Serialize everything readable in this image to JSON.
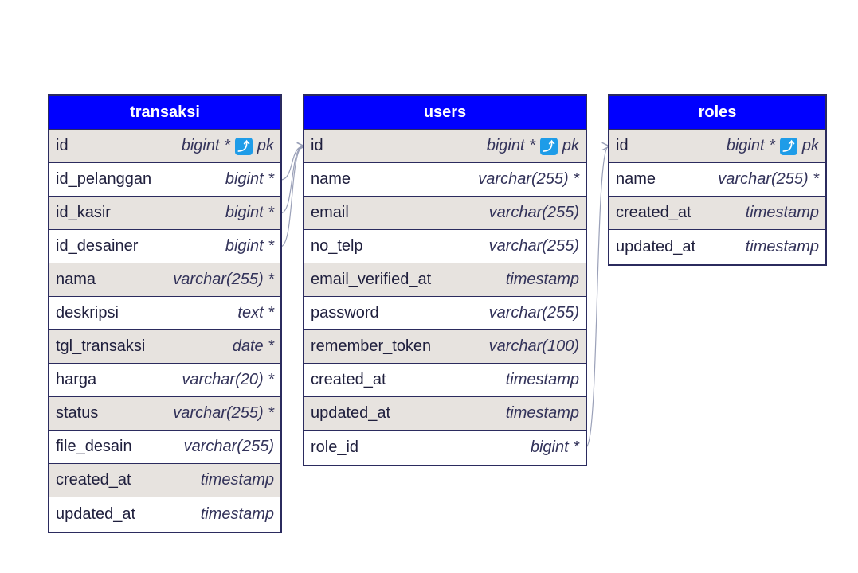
{
  "tables": [
    {
      "key": "transaksi",
      "title": "transaksi",
      "columns": [
        {
          "name": "id",
          "type": "bigint *",
          "pk": "pk"
        },
        {
          "name": "id_pelanggan",
          "type": "bigint *"
        },
        {
          "name": "id_kasir",
          "type": "bigint *"
        },
        {
          "name": "id_desainer",
          "type": "bigint *"
        },
        {
          "name": "nama",
          "type": "varchar(255) *"
        },
        {
          "name": "deskripsi",
          "type": "text *"
        },
        {
          "name": "tgl_transaksi",
          "type": "date *"
        },
        {
          "name": "harga",
          "type": "varchar(20) *"
        },
        {
          "name": "status",
          "type": "varchar(255) *"
        },
        {
          "name": "file_desain",
          "type": "varchar(255)"
        },
        {
          "name": "created_at",
          "type": "timestamp"
        },
        {
          "name": "updated_at",
          "type": "timestamp"
        }
      ]
    },
    {
      "key": "users",
      "title": "users",
      "columns": [
        {
          "name": "id",
          "type": "bigint *",
          "pk": "pk"
        },
        {
          "name": "name",
          "type": "varchar(255) *"
        },
        {
          "name": "email",
          "type": "varchar(255)"
        },
        {
          "name": "no_telp",
          "type": "varchar(255)"
        },
        {
          "name": "email_verified_at",
          "type": "timestamp"
        },
        {
          "name": "password",
          "type": "varchar(255)"
        },
        {
          "name": "remember_token",
          "type": "varchar(100)"
        },
        {
          "name": "created_at",
          "type": "timestamp"
        },
        {
          "name": "updated_at",
          "type": "timestamp"
        },
        {
          "name": "role_id",
          "type": "bigint *"
        }
      ]
    },
    {
      "key": "roles",
      "title": "roles",
      "columns": [
        {
          "name": "id",
          "type": "bigint *",
          "pk": "pk"
        },
        {
          "name": "name",
          "type": "varchar(255) *"
        },
        {
          "name": "created_at",
          "type": "timestamp"
        },
        {
          "name": "updated_at",
          "type": "timestamp"
        }
      ]
    }
  ],
  "relations": [
    {
      "from": "transaksi.id_pelanggan",
      "to": "users.id"
    },
    {
      "from": "transaksi.id_kasir",
      "to": "users.id"
    },
    {
      "from": "transaksi.id_desainer",
      "to": "users.id"
    },
    {
      "from": "users.role_id",
      "to": "roles.id"
    }
  ],
  "colors": {
    "header": "#0000ff",
    "shade": "#e7e3df",
    "border": "#2b2b5e",
    "link": "#9aa0b8",
    "pk_icon": "#1e9ce8"
  },
  "icons": {
    "pk": "key-link-icon"
  }
}
